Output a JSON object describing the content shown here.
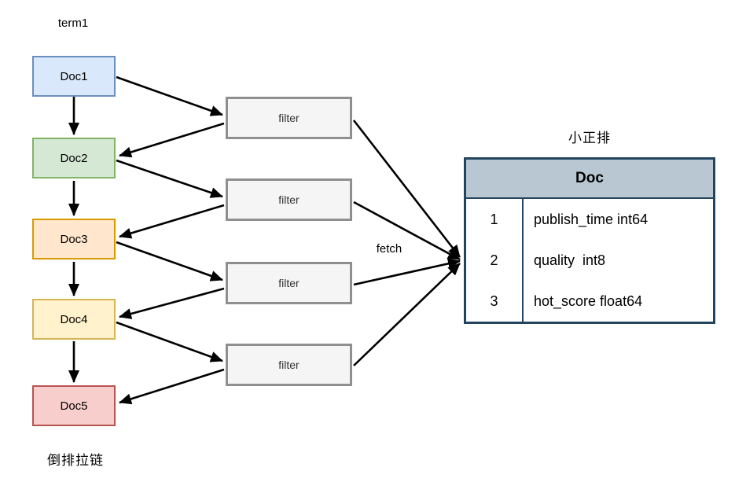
{
  "diagram": {
    "top_label": "term1",
    "bottom_label": "倒排拉链",
    "fetch_label": "fetch",
    "arrow_color": "#000000",
    "docs": [
      {
        "label": "Doc1",
        "fill": "#dae8fc",
        "border": "#6c8ebf"
      },
      {
        "label": "Doc2",
        "fill": "#d5e8d4",
        "border": "#82b366"
      },
      {
        "label": "Doc3",
        "fill": "#ffe6cc",
        "border": "#d79b00"
      },
      {
        "label": "Doc4",
        "fill": "#fff2cc",
        "border": "#d6b656"
      },
      {
        "label": "Doc5",
        "fill": "#f8cecc",
        "border": "#b85450"
      }
    ],
    "filters": [
      {
        "label": "filter"
      },
      {
        "label": "filter"
      },
      {
        "label": "filter"
      },
      {
        "label": "filter"
      }
    ],
    "table": {
      "title": "小正排",
      "header": "Doc",
      "header_fill": "#b9c7d3",
      "border_color": "#23445d",
      "rows": [
        {
          "index": "1",
          "field": "publish_time int64"
        },
        {
          "index": "2",
          "field": "quality  int8"
        },
        {
          "index": "3",
          "field": "hot_score float64"
        }
      ]
    }
  }
}
